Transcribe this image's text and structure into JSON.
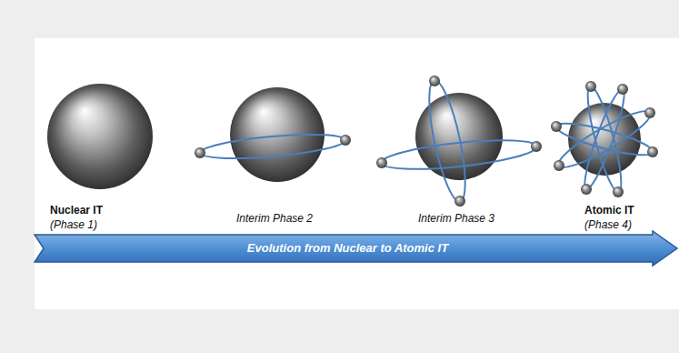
{
  "diagram": {
    "nodes": [
      {
        "text": [
          "Nuclear IT",
          "(Phase 1)"
        ]
      },
      {
        "text": [
          "Interim Phase 2"
        ]
      },
      {
        "text": [
          "Interim Phase 3"
        ]
      },
      {
        "text": [
          "Atomic IT",
          "(Phase 4)"
        ]
      },
      {
        "text": [
          "Evolution from Nuclear to Atomic IT"
        ]
      }
    ]
  }
}
